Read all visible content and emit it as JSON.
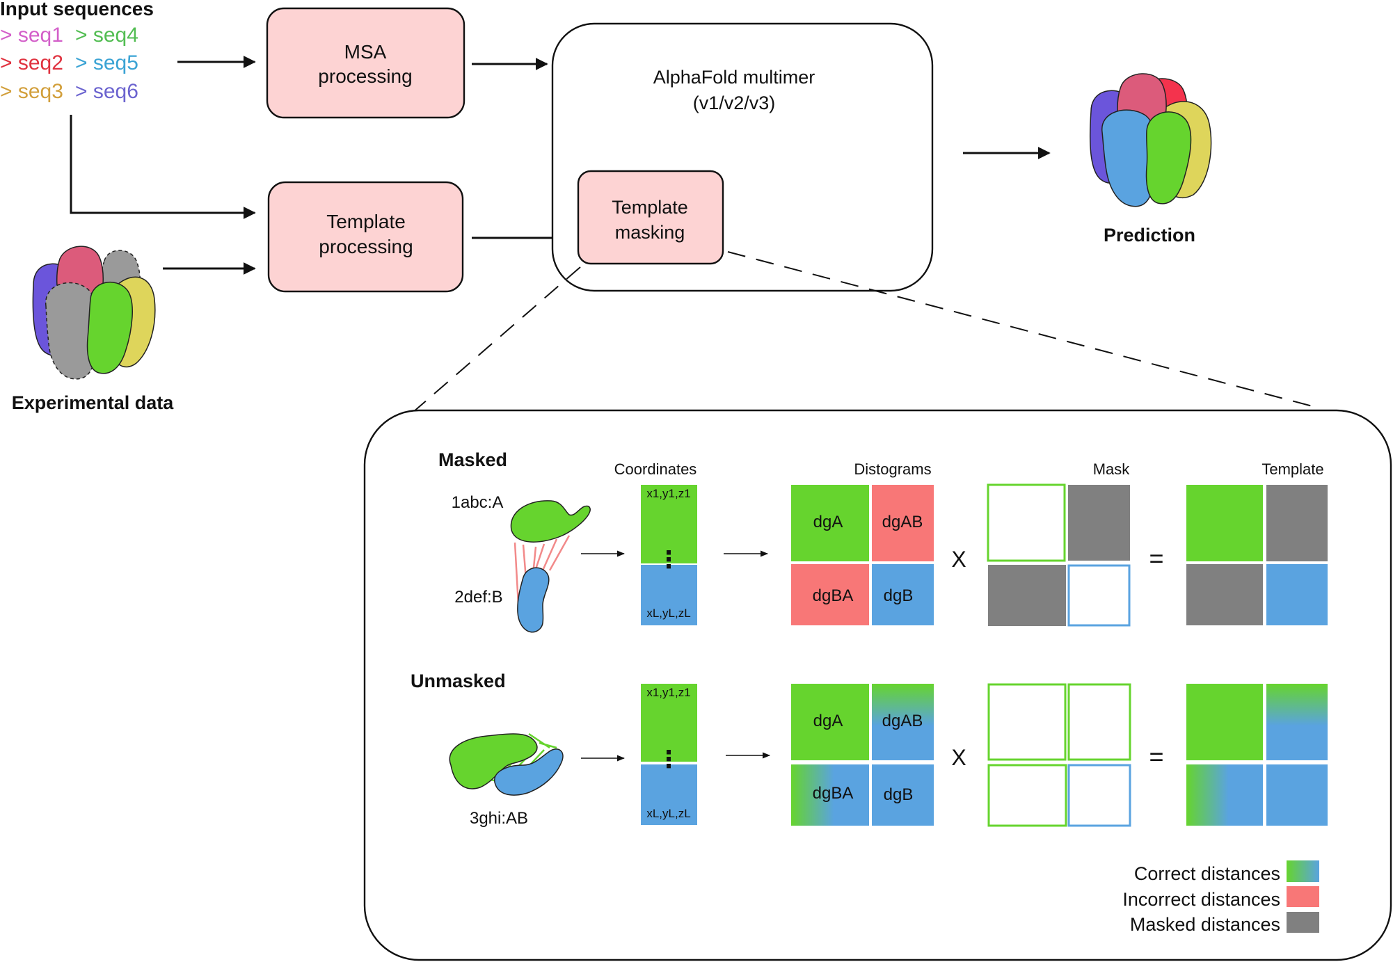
{
  "input": {
    "title": "Input sequences",
    "sequences": [
      {
        "label": "> seq1",
        "color": "#d35fc9"
      },
      {
        "label": "> seq4",
        "color": "#52bd52"
      },
      {
        "label": "> seq2",
        "color": "#e0323f"
      },
      {
        "label": "> seq5",
        "color": "#3aa3d4"
      },
      {
        "label": "> seq3",
        "color": "#d29f3b"
      },
      {
        "label": "> seq6",
        "color": "#6b63cf"
      }
    ]
  },
  "boxes": {
    "msa": [
      "MSA",
      "processing"
    ],
    "template": [
      "Template",
      "processing"
    ],
    "model": [
      "AlphaFold multimer",
      "(v1/v2/v3)"
    ],
    "masking": [
      "Template",
      "masking"
    ]
  },
  "labels": {
    "experimental": "Experimental data",
    "prediction": "Prediction"
  },
  "panel": {
    "masked_title": "Masked",
    "unmasked_title": "Unmasked",
    "chain_a": "1abc:A",
    "chain_b": "2def:B",
    "complex": "3ghi:AB",
    "col_coordinates": "Coordinates",
    "col_distograms": "Distograms",
    "col_mask": "Mask",
    "col_template": "Template",
    "coord_top": "x1,y1,z1",
    "coord_bottom": "xL,yL,zL",
    "dg_a": "dgA",
    "dg_ab": "dgAB",
    "dg_ba": "dgBA",
    "dg_b": "dgB",
    "op_times": "X",
    "op_equals": "="
  },
  "legend": [
    {
      "label": "Correct distances",
      "kind": "gradient"
    },
    {
      "label": "Incorrect distances",
      "color": "#f87777"
    },
    {
      "label": "Masked distances",
      "color": "#808080"
    }
  ],
  "colors": {
    "green": "#66d42e",
    "blue": "#5aa3e0",
    "red": "#f87777",
    "gray": "#808080",
    "pink_box": "#fdd3d3"
  }
}
